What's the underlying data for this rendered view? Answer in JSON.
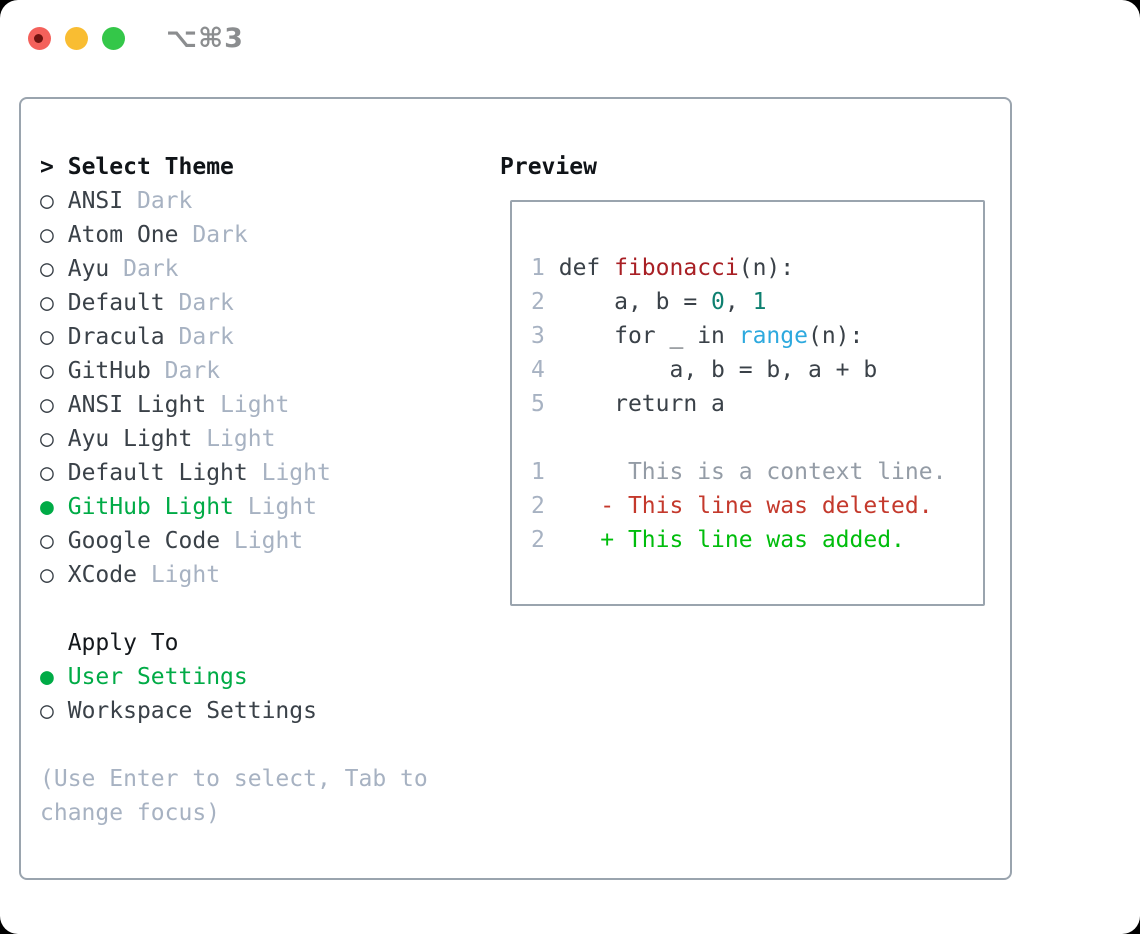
{
  "window": {
    "title": "⌥⌘3",
    "traffic_lights": [
      "close",
      "minimize",
      "zoom"
    ]
  },
  "colors": {
    "selected_green": "#00ab46",
    "added_green": "#00bd0c",
    "deleted_red": "#c4392c",
    "function_red": "#a81f24",
    "number_teal": "#0e8070",
    "builtin_blue": "#2da9de",
    "muted_gray": "#a7b2c2",
    "text_dark": "#3a4148",
    "panel_border": "#9aa4ae",
    "traffic_red": "#f4615b",
    "traffic_yellow": "#f9bd32",
    "traffic_green": "#34c749"
  },
  "picker": {
    "cursor": ">",
    "title": "Select Theme",
    "themes": [
      {
        "name": "ANSI",
        "variant": "Dark",
        "selected": false
      },
      {
        "name": "Atom One",
        "variant": "Dark",
        "selected": false
      },
      {
        "name": "Ayu",
        "variant": "Dark",
        "selected": false
      },
      {
        "name": "Default",
        "variant": "Dark",
        "selected": false
      },
      {
        "name": "Dracula",
        "variant": "Dark",
        "selected": false
      },
      {
        "name": "GitHub",
        "variant": "Dark",
        "selected": false
      },
      {
        "name": "ANSI Light",
        "variant": "Light",
        "selected": false
      },
      {
        "name": "Ayu Light",
        "variant": "Light",
        "selected": false
      },
      {
        "name": "Default Light",
        "variant": "Light",
        "selected": false
      },
      {
        "name": "GitHub Light",
        "variant": "Light",
        "selected": true
      },
      {
        "name": "Google Code",
        "variant": "Light",
        "selected": false
      },
      {
        "name": "XCode",
        "variant": "Light",
        "selected": false
      }
    ],
    "apply_to": {
      "label": "Apply To",
      "options": [
        {
          "name": "User Settings",
          "selected": true
        },
        {
          "name": "Workspace Settings",
          "selected": false
        }
      ]
    },
    "radio_unselected": "○",
    "radio_selected": "●",
    "hint_lines": [
      "(Use Enter to select, Tab to",
      "change focus)"
    ]
  },
  "preview": {
    "heading": "Preview",
    "code_lines": [
      {
        "num": "1",
        "segments": [
          {
            "t": "def ",
            "c": "plain"
          },
          {
            "t": "fibonacci",
            "c": "func"
          },
          {
            "t": "(n):",
            "c": "plain"
          }
        ]
      },
      {
        "num": "2",
        "segments": [
          {
            "t": "    a, b = ",
            "c": "plain"
          },
          {
            "t": "0",
            "c": "num"
          },
          {
            "t": ", ",
            "c": "plain"
          },
          {
            "t": "1",
            "c": "num"
          }
        ]
      },
      {
        "num": "3",
        "segments": [
          {
            "t": "    for _ in ",
            "c": "plain"
          },
          {
            "t": "range",
            "c": "builtin"
          },
          {
            "t": "(n):",
            "c": "plain"
          }
        ]
      },
      {
        "num": "4",
        "segments": [
          {
            "t": "        a, b = b, a + b",
            "c": "plain"
          }
        ]
      },
      {
        "num": "5",
        "segments": [
          {
            "t": "    return a",
            "c": "plain"
          }
        ]
      },
      {
        "num": "",
        "segments": []
      },
      {
        "num": "1",
        "segments": [
          {
            "t": "     This is a context line.",
            "c": "context"
          }
        ]
      },
      {
        "num": "2",
        "segments": [
          {
            "t": "   - This line was deleted.",
            "c": "deleted"
          }
        ]
      },
      {
        "num": "2",
        "segments": [
          {
            "t": "   + This line was added.",
            "c": "added"
          }
        ]
      }
    ]
  }
}
